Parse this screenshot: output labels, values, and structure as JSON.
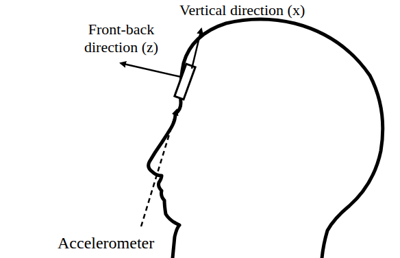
{
  "diagram": {
    "labels": [
      "Vertical direction (x)",
      "Front-back direction (z)",
      "Accelerometer"
    ]
  }
}
